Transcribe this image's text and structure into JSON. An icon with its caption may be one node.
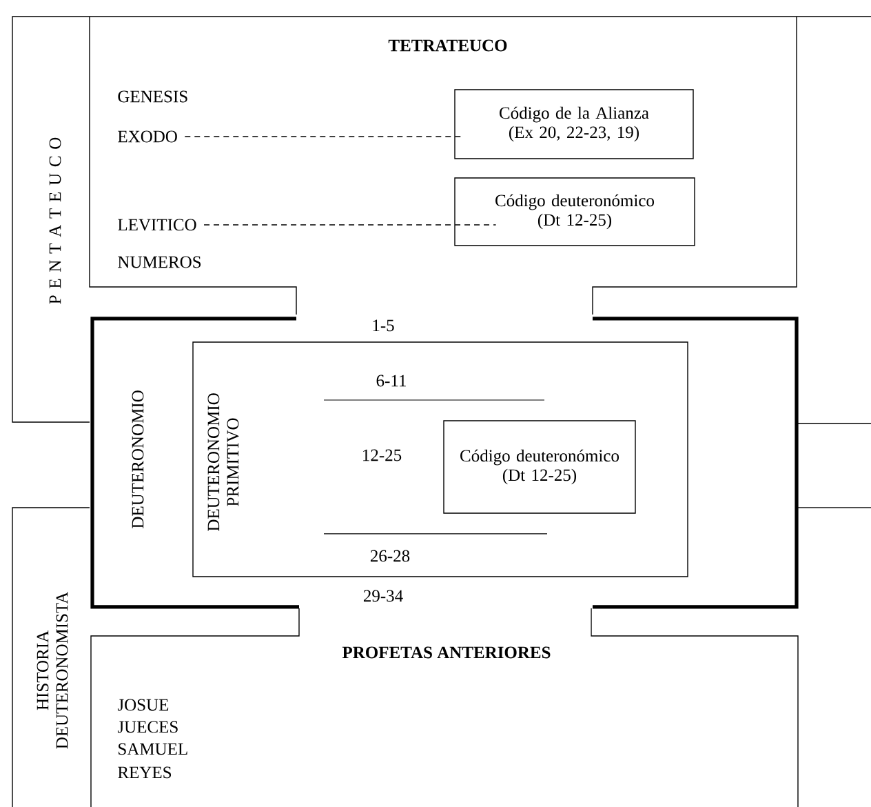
{
  "diagram": {
    "nodes": [
      {
        "text": [
          "P E N T A T E U C O"
        ]
      },
      {
        "text": [
          "TETRATEUCO"
        ],
        "in": 0
      },
      {
        "text": [
          "EXODO"
        ],
        "in": 1
      },
      {
        "text": [
          "Código de la Alianza (Ex 20, 22-23, 19)"
        ],
        "in": 1
      },
      {
        "text": [
          "LEVITICO"
        ],
        "in": 1
      },
      {
        "text": [
          "Código deuteronómico (Dt 12-25)"
        ],
        "in": 1
      },
      {
        "text": [
          "DEUTERONOMIO"
        ]
      },
      {
        "text": [
          "DEUTERONOMIO PRIMITIVO"
        ],
        "in": 6
      },
      {
        "text": [
          "Código deuteronómico (Dt 12-25)"
        ],
        "in": 7
      },
      {
        "text": [
          "HISTORIA DEUTERONOMISTA"
        ]
      },
      {
        "text": [
          "PROFETAS ANTERIORES"
        ],
        "in": 9
      }
    ],
    "edges": [
      {
        "from": 2,
        "to": 3,
        "arrow": "none",
        "style": "dashed"
      },
      {
        "from": 4,
        "to": 5,
        "arrow": "none",
        "style": "dashed"
      }
    ],
    "labels": [
      "GENESIS",
      "NUMEROS",
      "1-5",
      "6-11",
      "12-25",
      "26-28",
      "29-34",
      "JOSUE",
      "JUECES",
      "SAMUEL",
      "REYES"
    ]
  }
}
